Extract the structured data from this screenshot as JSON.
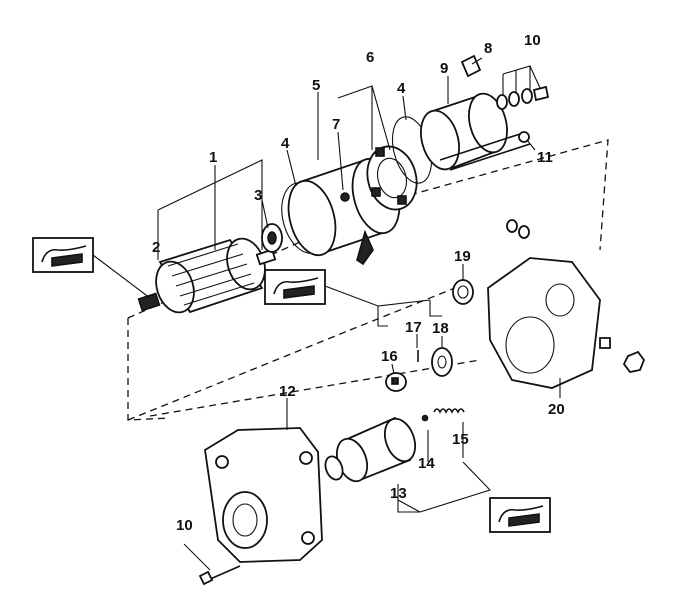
{
  "diagram": {
    "callouts": [
      {
        "id": "c1",
        "text": "1"
      },
      {
        "id": "c2",
        "text": "2"
      },
      {
        "id": "c3",
        "text": "3"
      },
      {
        "id": "c4a",
        "text": "4"
      },
      {
        "id": "c4b",
        "text": "4"
      },
      {
        "id": "c5",
        "text": "5"
      },
      {
        "id": "c6",
        "text": "6"
      },
      {
        "id": "c7",
        "text": "7"
      },
      {
        "id": "c8",
        "text": "8"
      },
      {
        "id": "c9",
        "text": "9"
      },
      {
        "id": "c10a",
        "text": "10"
      },
      {
        "id": "c10b",
        "text": "10"
      },
      {
        "id": "c11",
        "text": "11"
      },
      {
        "id": "c12",
        "text": "12"
      },
      {
        "id": "c13",
        "text": "13"
      },
      {
        "id": "c14",
        "text": "14"
      },
      {
        "id": "c15",
        "text": "15"
      },
      {
        "id": "c16",
        "text": "16"
      },
      {
        "id": "c17",
        "text": "17"
      },
      {
        "id": "c18",
        "text": "18"
      },
      {
        "id": "c19",
        "text": "19"
      },
      {
        "id": "c20",
        "text": "20"
      }
    ],
    "icons": [
      "lubricate-icon",
      "lubricate-icon",
      "lubricate-icon"
    ]
  }
}
